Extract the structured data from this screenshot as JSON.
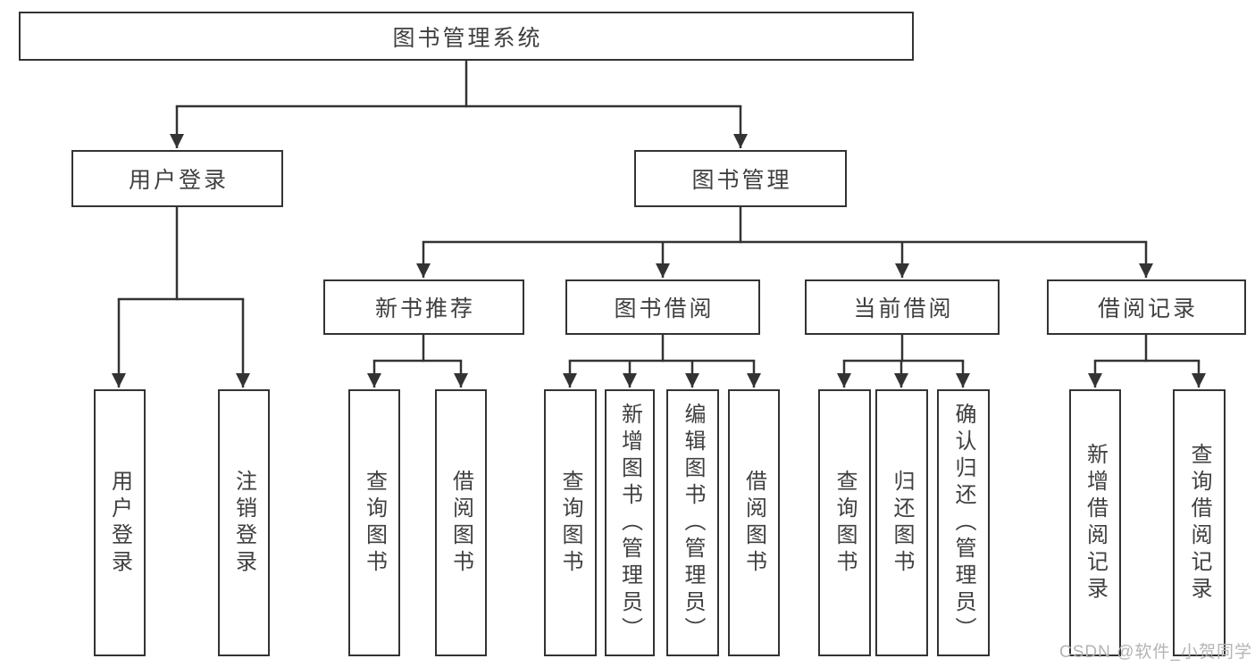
{
  "diagram_title": "图书管理系统",
  "watermark": "CSDN @软件_小贺同学",
  "colors": {
    "line": "#333333",
    "box_border": "#333333",
    "box_background": "#ffffff",
    "text": "#3f3f3f",
    "watermark": "#b4b4b4"
  },
  "nodes": {
    "root": "图书管理系统",
    "user_login": "用户登录",
    "book_mgmt": "图书管理",
    "new_book_rec": "新书推荐",
    "book_borrow": "图书借阅",
    "current_borrow": "当前借阅",
    "borrow_records": "借阅记录",
    "ul_login": "用户登录",
    "ul_logout": "注销登录",
    "nbr_query": "查询图书",
    "nbr_borrow": "借阅图书",
    "bb_query": "查询图书",
    "bb_add": "新增图书（管理员）",
    "bb_edit": "编辑图书（管理员）",
    "bb_borrow": "借阅图书",
    "cb_query": "查询图书",
    "cb_return": "归还图书",
    "cb_confirm": "确认归还（管理员）",
    "br_add": "新增借阅记录",
    "br_query": "查询借阅记录"
  },
  "hierarchy": {
    "图书管理系统": [
      "用户登录",
      "图书管理"
    ],
    "用户登录": [
      "用户登录",
      "注销登录"
    ],
    "图书管理": [
      "新书推荐",
      "图书借阅",
      "当前借阅",
      "借阅记录"
    ],
    "新书推荐": [
      "查询图书",
      "借阅图书"
    ],
    "图书借阅": [
      "查询图书",
      "新增图书（管理员）",
      "编辑图书（管理员）",
      "借阅图书"
    ],
    "当前借阅": [
      "查询图书",
      "归还图书",
      "确认归还（管理员）"
    ],
    "借阅记录": [
      "新增借阅记录",
      "查询借阅记录"
    ]
  }
}
